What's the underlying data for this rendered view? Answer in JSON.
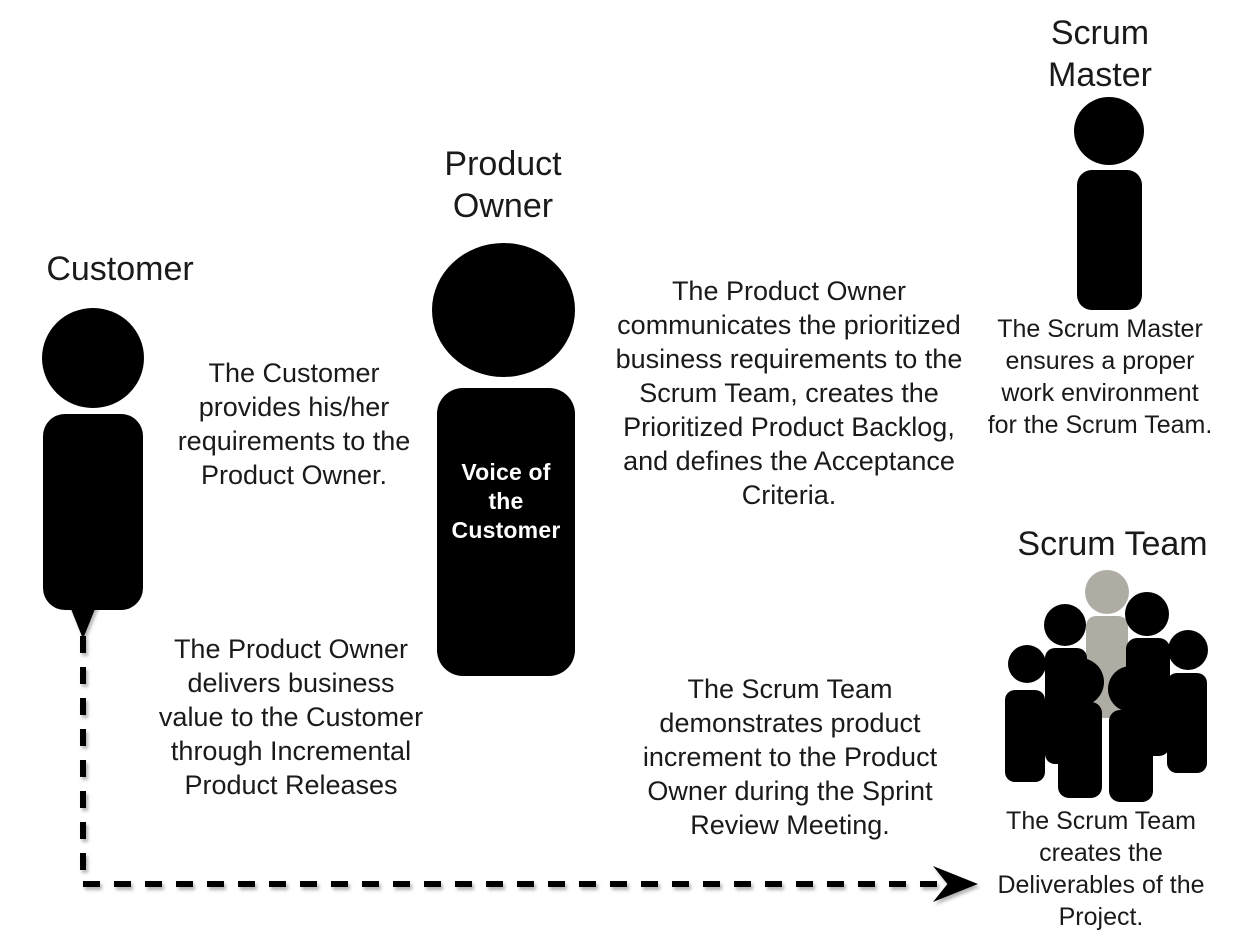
{
  "diagram": {
    "title_role_customer": "Customer",
    "title_role_product_owner": "Product\nOwner",
    "title_role_scrum_master": "Scrum\nMaster",
    "title_role_scrum_team": "Scrum Team",
    "product_owner_body_label": "Voice of\nthe\nCustomer",
    "text_customer_to_po": "The Customer provides his/her requirements to the Product Owner.",
    "text_po_to_customer": "The Product Owner delivers business value to the Customer through Incremental Product Releases",
    "text_po_to_scrum_master": "The Product Owner communicates the prioritized business requirements to the Scrum Team, creates the Prioritized Product Backlog, and defines the Acceptance Criteria.",
    "text_scrum_master_note": "The Scrum Master ensures a proper work environment for the Scrum Team.",
    "text_po_to_scrum_team": "The Scrum Team demonstrates product increment to the Product Owner during the Sprint Review Meeting.",
    "text_scrum_team_note": "The Scrum Team creates the Deliverables of the Project.",
    "colors": {
      "figure_black": "#000000",
      "figure_gray": "#AFADA3",
      "background": "#FFFFFF",
      "text": "#1A1A1A",
      "arrow": "#000000"
    },
    "arrows": [
      {
        "name": "customer-to-product-owner",
        "style": "solid",
        "direction": "right"
      },
      {
        "name": "product-owner-to-customer",
        "style": "solid",
        "direction": "left"
      },
      {
        "name": "product-owner-scrum-master",
        "style": "solid",
        "direction": "both"
      },
      {
        "name": "product-owner-scrum-team",
        "style": "solid",
        "direction": "both"
      },
      {
        "name": "scrum-team-to-customer-deliverables",
        "style": "dashed",
        "direction": "both-ends"
      }
    ]
  }
}
